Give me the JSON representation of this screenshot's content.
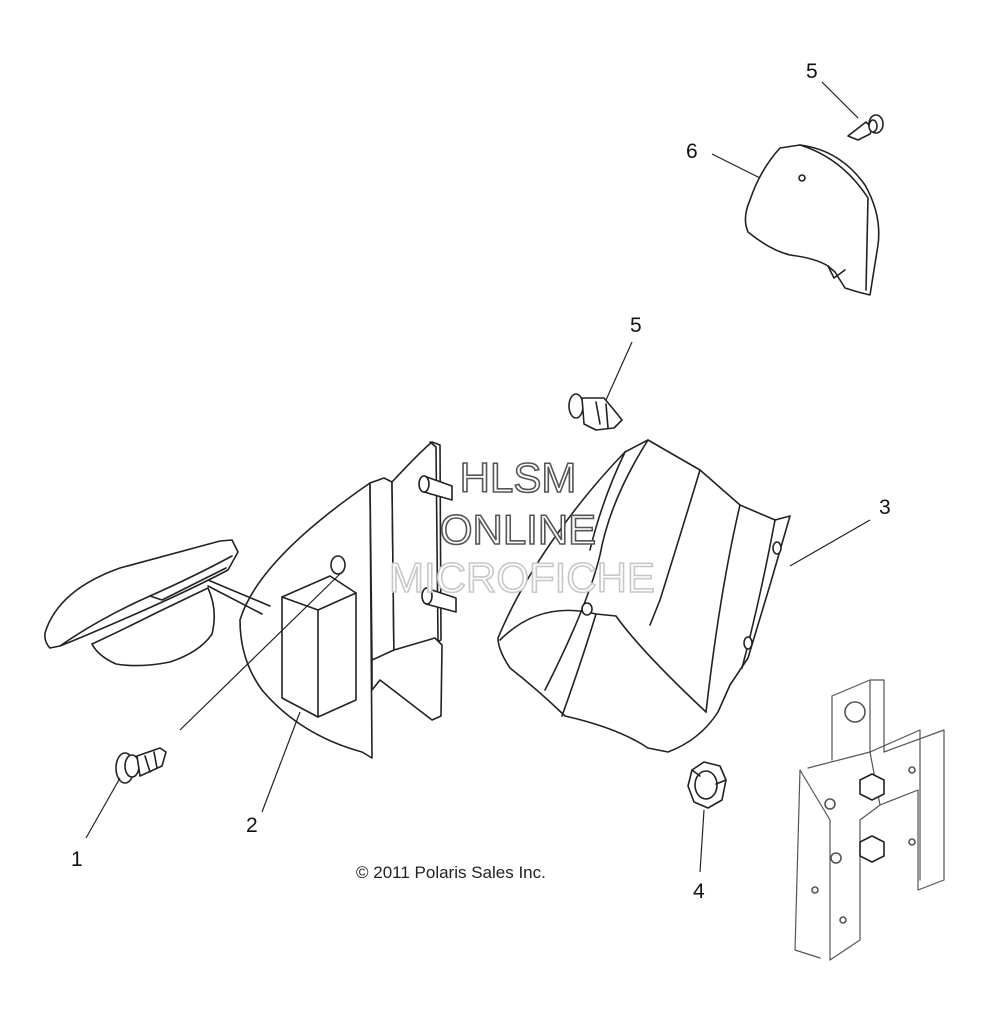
{
  "callouts": {
    "c1": "1",
    "c2": "2",
    "c3": "3",
    "c4": "4",
    "c5a": "5",
    "c5b": "5",
    "c6": "6"
  },
  "copyright": "© 2011 Polaris Sales Inc.",
  "watermark": {
    "line1": "HLSM",
    "line2": "ONLINE",
    "line3": "MICROFICHE",
    "color_dark": "#555555",
    "color_light": "#c8c8c8"
  }
}
